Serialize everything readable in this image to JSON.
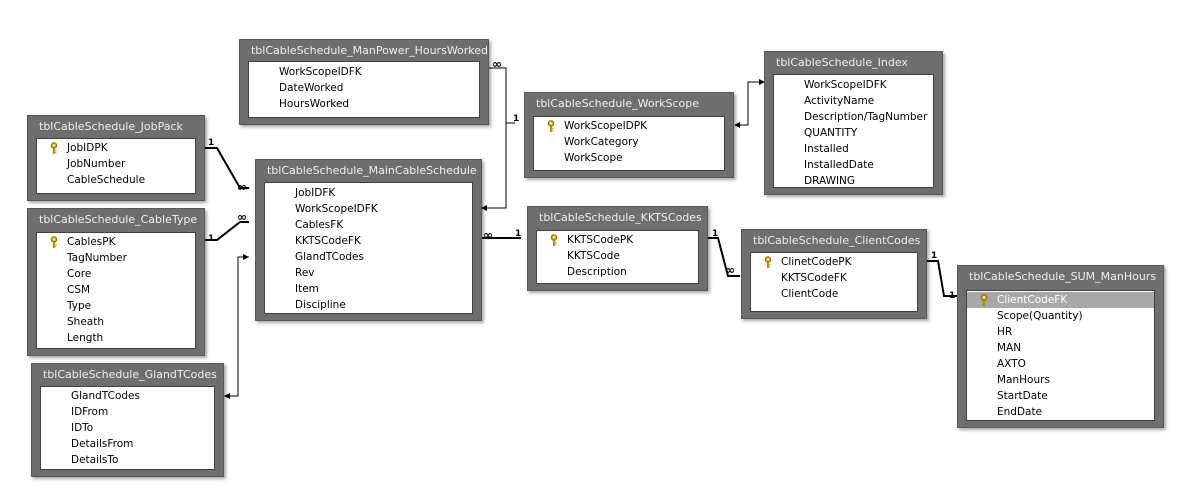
{
  "tables": {
    "manpower": {
      "title": "tblCableSchedule_ManPower_HoursWorked",
      "fields": [
        "WorkScopeIDFK",
        "DateWorked",
        "HoursWorked"
      ],
      "keys": []
    },
    "index": {
      "title": "tblCableSchedule_Index",
      "fields": [
        "WorkScopeIDFK",
        "ActivityName",
        "Description/TagNumber",
        "QUANTITY",
        "Installed",
        "InstalledDate",
        "DRAWING"
      ],
      "keys": []
    },
    "workscope": {
      "title": "tblCableSchedule_WorkScope",
      "fields": [
        "WorkScopeIDPK",
        "WorkCategory",
        "WorkScope"
      ],
      "keys": [
        0
      ]
    },
    "jobpack": {
      "title": "tblCableSchedule_JobPack",
      "fields": [
        "JobIDPK",
        "JobNumber",
        "CableSchedule"
      ],
      "keys": [
        0
      ]
    },
    "main": {
      "title": "tblCableSchedule_MainCableSchedule",
      "fields": [
        "JobIDFK",
        "WorkScopeIDFK",
        "CablesFK",
        "KKTSCodeFK",
        "GlandTCodes",
        "Rev",
        "Item",
        "Discipline"
      ],
      "keys": []
    },
    "kkts": {
      "title": "tblCableSchedule_KKTSCodes",
      "fields": [
        "KKTSCodePK",
        "KKTSCode",
        "Description"
      ],
      "keys": [
        0
      ]
    },
    "cabletype": {
      "title": "tblCableSchedule_CableType",
      "fields": [
        "CablesPK",
        "TagNumber",
        "Core",
        "CSM",
        "Type",
        "Sheath",
        "Length"
      ],
      "keys": [
        0
      ]
    },
    "clientcodes": {
      "title": "tblCableSchedule_ClientCodes",
      "fields": [
        "ClinetCodePK",
        "KKTSCodeFK",
        "ClientCode"
      ],
      "keys": [
        0
      ]
    },
    "summan": {
      "title": "tblCableSchedule_SUM_ManHours",
      "fields": [
        "ClientCodeFK",
        "Scope(Quantity)",
        "HR",
        "MAN",
        "AXTO",
        "ManHours",
        "StartDate",
        "EndDate"
      ],
      "keys": [
        0
      ],
      "selected": [
        0
      ]
    },
    "gland": {
      "title": "tblCableSchedule_GlandTCodes",
      "fields": [
        "GlandTCodes",
        "IDFrom",
        "IDTo",
        "DetailsFrom",
        "DetailsTo"
      ],
      "keys": []
    }
  },
  "relationships": [
    {
      "from": "main",
      "to": "manpower",
      "from_label": "",
      "to_label": "∞"
    },
    {
      "from": "jobpack",
      "to": "main",
      "from_label": "1",
      "to_label": "∞"
    },
    {
      "from": "cabletype",
      "to": "main",
      "from_label": "1",
      "to_label": "∞"
    },
    {
      "from": "main",
      "to": "kkts",
      "from_label": "∞",
      "to_label": "1"
    },
    {
      "from": "kkts",
      "to": "clientcodes",
      "from_label": "1",
      "to_label": "∞"
    },
    {
      "from": "clientcodes",
      "to": "summan",
      "from_label": "1",
      "to_label": "1"
    },
    {
      "from": "workscope",
      "to": "index",
      "from_label": "",
      "to_label": ""
    },
    {
      "from": "gland",
      "to": "main",
      "from_label": "",
      "to_label": ""
    },
    {
      "from": "manpower",
      "to": "workscope",
      "from_label": "",
      "to_label": "1"
    }
  ]
}
